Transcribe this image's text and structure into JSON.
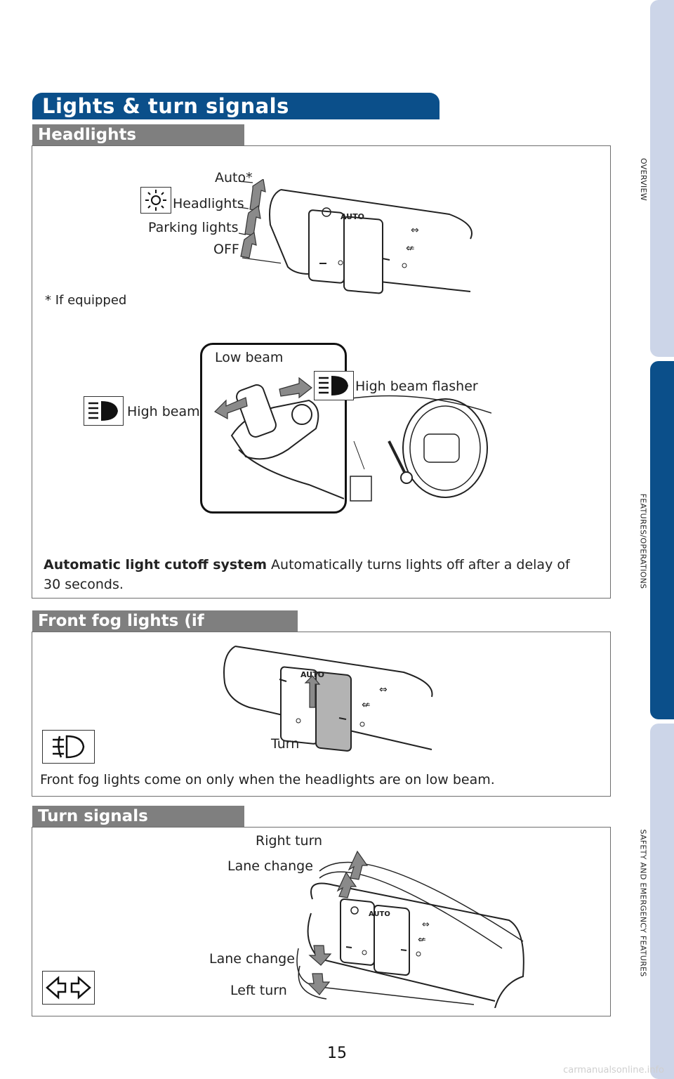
{
  "title": "Lights & turn signals",
  "side_tabs": [
    "OVERVIEW",
    "FEATURES/OPERATIONS",
    "SAFETY AND EMERGENCY FEATURES"
  ],
  "headlights": {
    "heading": "Headlights",
    "auto_label": "Auto*",
    "headlights_label": "Headlights",
    "parking_label": "Parking lights",
    "off_label": "OFF",
    "footnote": "* If equipped",
    "low_beam_label": "Low beam",
    "high_beam_label": "High beam",
    "high_beam_flasher_label": "High beam flasher",
    "cutoff_bold": "Automatic light cutoff system",
    "cutoff_text": " Automatically turns lights off after a delay of 30 seconds.",
    "stalk_auto": "AUTO"
  },
  "fog": {
    "heading": "Front fog lights (if equipped)",
    "turn_label": "Turn",
    "description": "Front fog lights come on only when the headlights are on low beam.",
    "stalk_auto": "AUTO"
  },
  "turn_signals": {
    "heading": "Turn signals",
    "right_turn": "Right turn",
    "lane_change_up": "Lane change",
    "lane_change_down": "Lane change",
    "left_turn": "Left turn",
    "stalk_auto": "AUTO"
  },
  "page_number": "15",
  "watermark": "carmanualsonline.info",
  "colors": {
    "brand_blue": "#0b4f8a",
    "tab_inactive": "#ccd5e8",
    "section_gray": "#7f7f7f",
    "arrow_gray": "#8a8a8a"
  }
}
